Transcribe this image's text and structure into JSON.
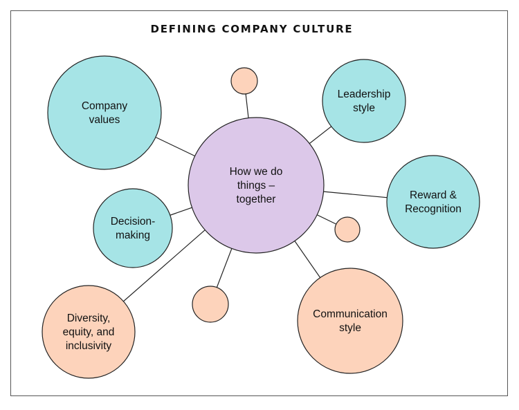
{
  "title": "DEFINING COMPANY CULTURE",
  "colors": {
    "center": "#dcc8e9",
    "teal": "#a6e4e6",
    "peach": "#fdd3bb",
    "stroke": "#222222",
    "frame": "#555555"
  },
  "nodes": {
    "center": {
      "label_lines": [
        "How we do",
        "things –",
        "together"
      ],
      "color_key": "center"
    },
    "company_values": {
      "label_lines": [
        "Company",
        "values"
      ],
      "color_key": "teal"
    },
    "leadership_style": {
      "label_lines": [
        "Leadership",
        "style"
      ],
      "color_key": "teal"
    },
    "reward_recognition": {
      "label_lines": [
        "Reward &",
        "Recognition"
      ],
      "color_key": "teal"
    },
    "decision_making": {
      "label_lines": [
        "Decision-",
        "making"
      ],
      "color_key": "teal"
    },
    "diversity": {
      "label_lines": [
        "Diversity,",
        "equity, and",
        "inclusivity"
      ],
      "color_key": "peach"
    },
    "communication_style": {
      "label_lines": [
        "Communication",
        "style"
      ],
      "color_key": "peach"
    },
    "small_top": {
      "label_lines": [],
      "color_key": "peach"
    },
    "small_right": {
      "label_lines": [],
      "color_key": "peach"
    },
    "small_bottom": {
      "label_lines": [],
      "color_key": "peach"
    }
  },
  "edges": [
    [
      "center",
      "company_values"
    ],
    [
      "center",
      "leadership_style"
    ],
    [
      "center",
      "reward_recognition"
    ],
    [
      "center",
      "decision_making"
    ],
    [
      "center",
      "diversity"
    ],
    [
      "center",
      "communication_style"
    ],
    [
      "center",
      "small_top"
    ],
    [
      "center",
      "small_right"
    ],
    [
      "center",
      "small_bottom"
    ]
  ]
}
